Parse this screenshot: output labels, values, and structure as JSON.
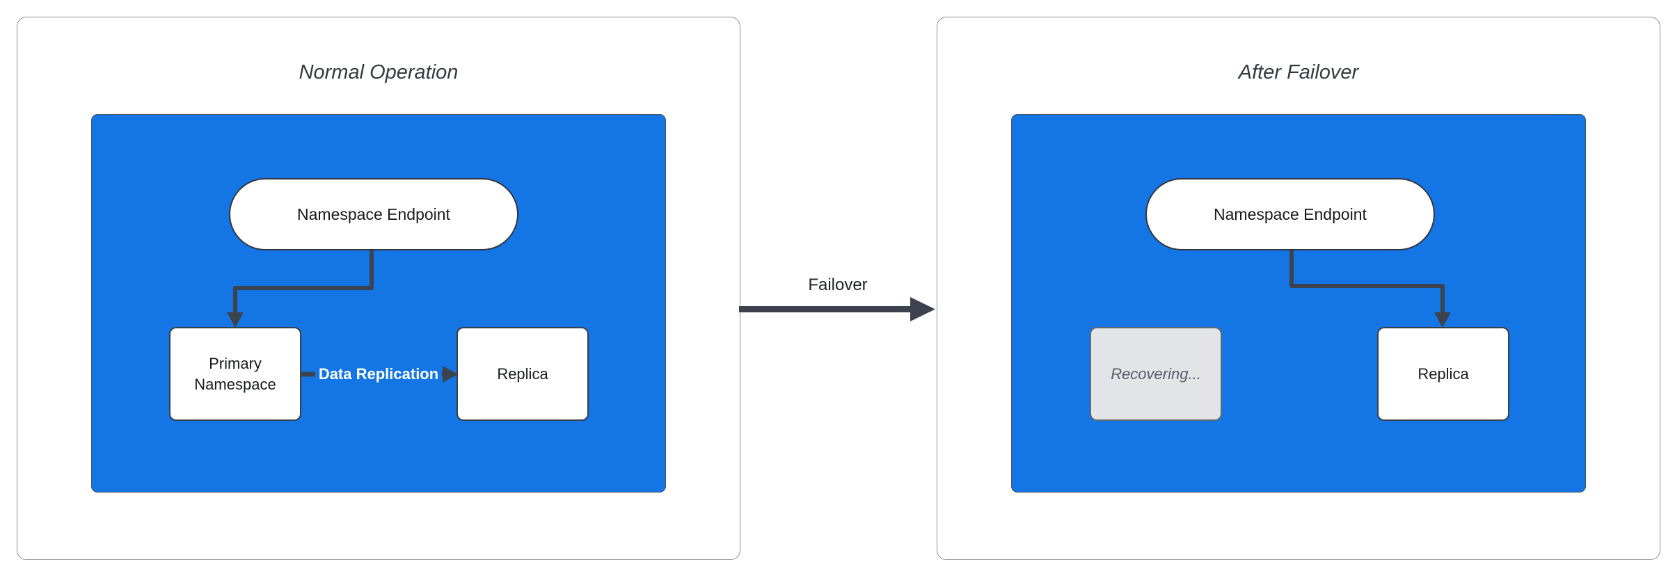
{
  "panels": [
    {
      "title": "Normal Operation",
      "endpoint_label": "Namespace Endpoint",
      "primary_label": "Primary Namespace",
      "replica_label": "Replica",
      "replication_label": "Data Replication"
    },
    {
      "title": "After Failover",
      "endpoint_label": "Namespace Endpoint",
      "recovering_label": "Recovering...",
      "replica_label": "Replica"
    }
  ],
  "transition": {
    "label": "Failover"
  },
  "colors": {
    "cluster_blue": "#1376E4",
    "node_fill": "#FFFFFF",
    "recovering_fill": "#E2E4E8",
    "recovering_text": "#565D68",
    "arrow_dark": "#3D434E",
    "panel_border": "#8E8E8E",
    "node_text": "#17191D",
    "title_text": "#363A41",
    "replication_label_text": "#FFFFFF"
  }
}
